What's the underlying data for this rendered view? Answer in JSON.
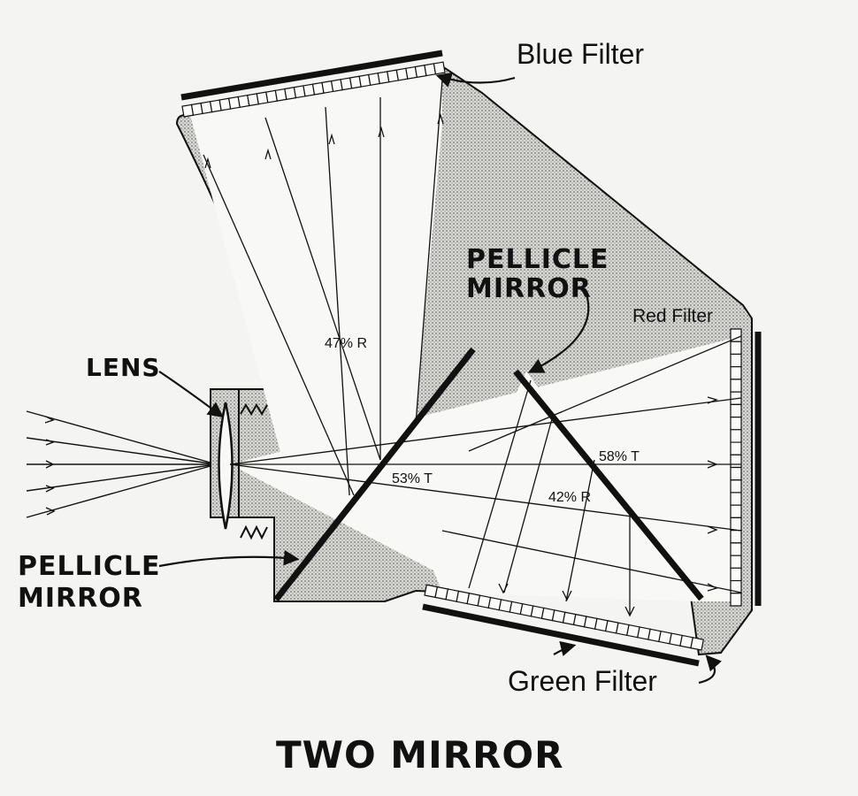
{
  "labels": {
    "blue_filter": "Blue Filter",
    "red_filter": "Red Filter",
    "green_filter": "Green Filter",
    "pellicle_top_line1": "PELLICLE",
    "pellicle_top_line2": "MIRROR",
    "pellicle_left_line1": "PELLICLE",
    "pellicle_left_line2": "MIRROR",
    "lens": "LENS",
    "title": "TWO MIRROR",
    "r47": "47% R",
    "t53": "53% T",
    "t58": "58% T",
    "r42": "42% R"
  },
  "colors": {
    "ink": "#111111",
    "paper": "#f4f4f2",
    "stipple": "#b8b8b4"
  }
}
